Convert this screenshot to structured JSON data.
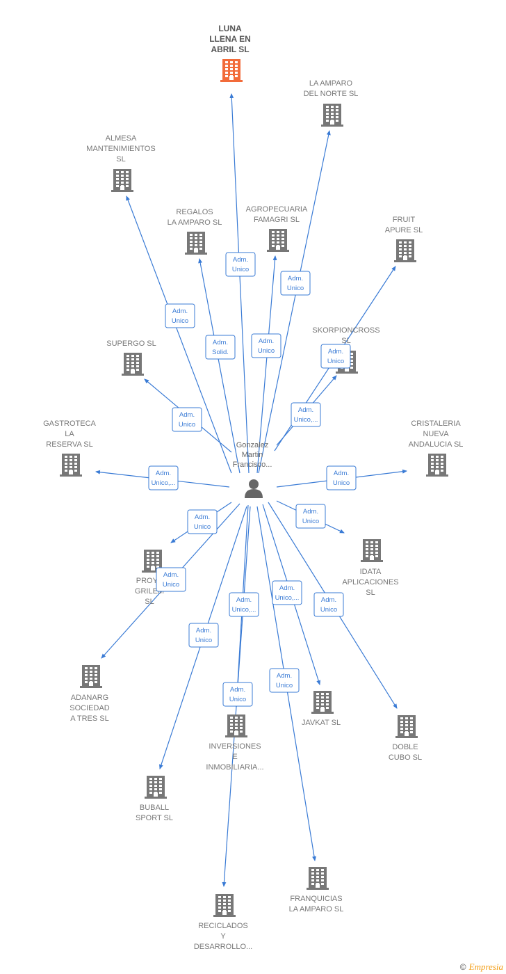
{
  "person": {
    "name_lines": [
      "Gonzalez",
      "Martin",
      "Francisco..."
    ],
    "icon": "person-icon"
  },
  "colors": {
    "edge": "#3a7bd5",
    "building": "#777777",
    "building_main": "#f26b3a"
  },
  "companies": [
    {
      "id": "luna",
      "lines": [
        "LUNA",
        "LLENA EN",
        "ABRIL  SL"
      ],
      "main": true,
      "role": [
        "Adm.",
        "Unico"
      ]
    },
    {
      "id": "amparo-norte",
      "lines": [
        "LA AMPARO",
        "DEL NORTE  SL"
      ],
      "role": [
        "Adm.",
        "Unico"
      ]
    },
    {
      "id": "almesa",
      "lines": [
        "ALMESA",
        "MANTENIMIENTOS",
        "SL"
      ],
      "role": [
        "Adm.",
        "Unico"
      ]
    },
    {
      "id": "regalos",
      "lines": [
        "REGALOS",
        "LA AMPARO  SL"
      ],
      "role": [
        "Adm.",
        "Solid."
      ]
    },
    {
      "id": "agropecuaria",
      "lines": [
        "AGROPECUARIA",
        "FAMAGRI  SL"
      ],
      "role": [
        "Adm.",
        "Unico"
      ]
    },
    {
      "id": "fruit",
      "lines": [
        "FRUIT",
        "APURE SL"
      ],
      "role": [
        "Adm.",
        "Unico"
      ]
    },
    {
      "id": "skorpion",
      "lines": [
        "SKORPIONCROSS",
        "SL"
      ],
      "role": [
        "Adm.",
        "Unico,..."
      ]
    },
    {
      "id": "supergo",
      "lines": [
        "SUPERGO  SL"
      ],
      "role": [
        "Adm.",
        "Unico"
      ]
    },
    {
      "id": "gastroteca",
      "lines": [
        "GASTROTECA",
        "LA",
        "RESERVA  SL"
      ],
      "role": [
        "Adm.",
        "Unico,..."
      ]
    },
    {
      "id": "cristaleria",
      "lines": [
        "CRISTALERIA",
        "NUEVA",
        "ANDALUCIA  SL"
      ],
      "role": [
        "Adm.",
        "Unico"
      ]
    },
    {
      "id": "proyectos",
      "lines": [
        "PROYE",
        "GRILEM",
        "SL"
      ],
      "role": [
        "Adm.",
        "Unico"
      ]
    },
    {
      "id": "idata",
      "lines": [
        "IDATA",
        "APLICACIONES",
        "SL"
      ],
      "role": [
        "Adm.",
        "Unico"
      ]
    },
    {
      "id": "adanarg",
      "lines": [
        "ADANARG",
        "SOCIEDAD",
        "A TRES SL"
      ],
      "role": [
        "Adm.",
        "Unico"
      ]
    },
    {
      "id": "inversiones",
      "lines": [
        "INVERSIONES",
        "E",
        "INMOBILIARIA..."
      ],
      "role": [
        "Adm.",
        "Unico,..."
      ]
    },
    {
      "id": "javkat",
      "lines": [
        "JAVKAT SL"
      ],
      "role": [
        "Adm.",
        "Unico,..."
      ]
    },
    {
      "id": "doble",
      "lines": [
        "DOBLE",
        "CUBO  SL"
      ],
      "role": [
        "Adm.",
        "Unico"
      ]
    },
    {
      "id": "buball",
      "lines": [
        "BUBALL",
        "SPORT  SL"
      ],
      "role": [
        "Adm.",
        "Unico"
      ]
    },
    {
      "id": "reciclados",
      "lines": [
        "RECICLADOS",
        "Y",
        "DESARROLLO..."
      ],
      "role": [
        "Adm.",
        "Unico"
      ]
    },
    {
      "id": "franquicias",
      "lines": [
        "FRANQUICIAS",
        "LA AMPARO  SL"
      ],
      "role": [
        "Adm.",
        "Unico"
      ]
    }
  ],
  "footer": {
    "copyright": "©",
    "brand": "Empresia"
  }
}
